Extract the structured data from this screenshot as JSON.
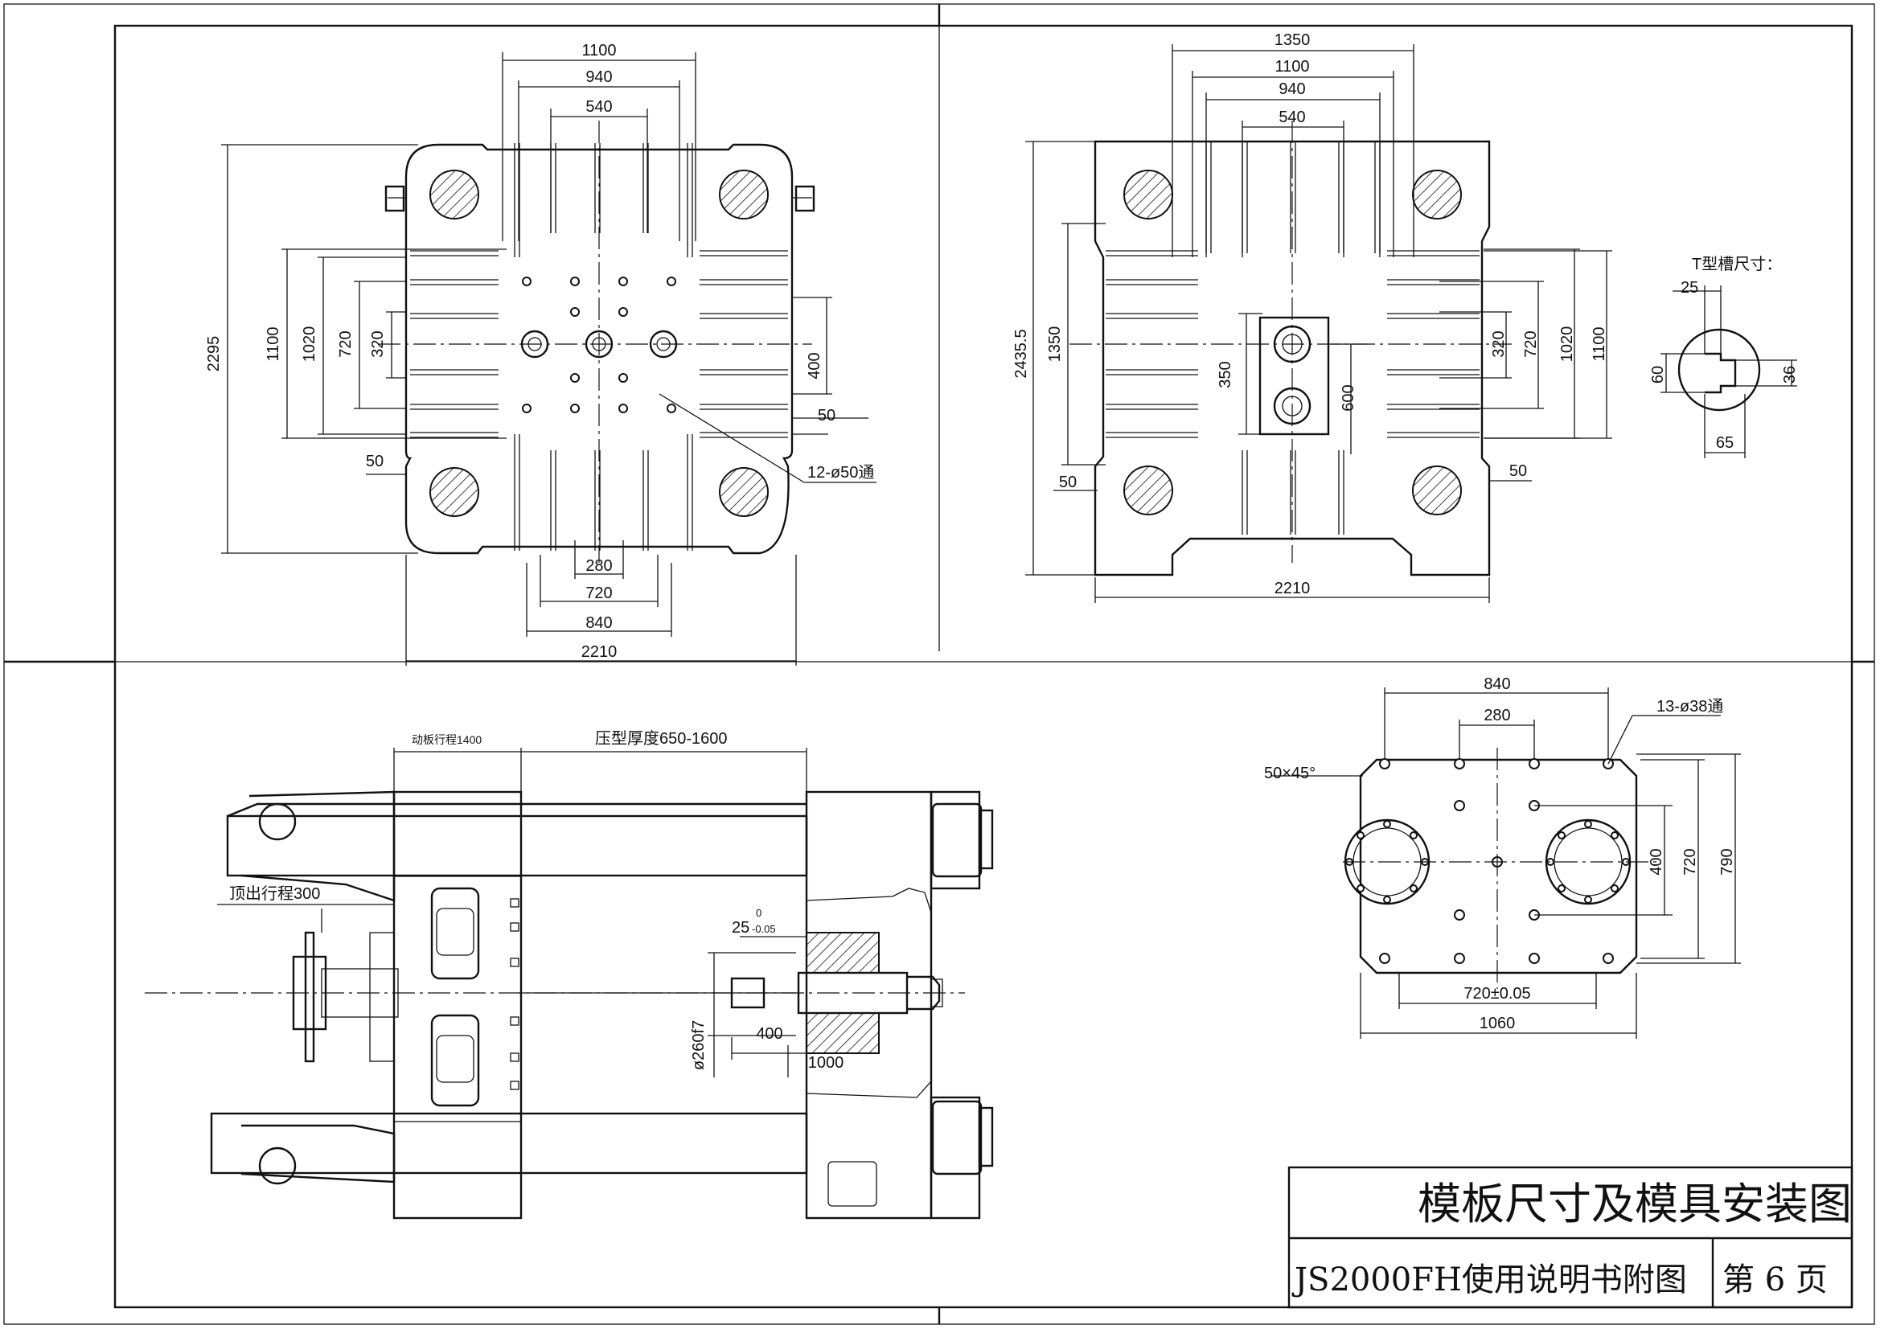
{
  "title_block": {
    "title": "模板尺寸及模具安装图",
    "drawing_ref": "JS2000FH使用说明书附图",
    "page": "第 6 页"
  },
  "view_front_plate": {
    "dims_top": [
      "1100",
      "940",
      "540"
    ],
    "dims_left": [
      "2295",
      "1100",
      "1020",
      "720",
      "320"
    ],
    "dims_right": [
      "400",
      "50"
    ],
    "hole_note": "12-ø50通",
    "dim_left_50": "50",
    "dims_bottom": [
      "280",
      "720",
      "840",
      "2210"
    ]
  },
  "view_moving_plate": {
    "dims_top": [
      "1350",
      "1100",
      "940",
      "540"
    ],
    "dims_left": [
      "2435.5",
      "1350"
    ],
    "dims_inner": [
      "350",
      "600"
    ],
    "dims_right": [
      "320",
      "720",
      "1020",
      "1100"
    ],
    "dim_left_50": "50",
    "dim_right_50": "50",
    "dim_bottom": "2210"
  },
  "t_slot": {
    "title": "T型槽尺寸：",
    "dims": [
      "25",
      "60",
      "36",
      "65"
    ]
  },
  "side_view": {
    "stroke_label": "动板行程1400",
    "mold_thickness": "压型厚度650-1600",
    "ejector_stroke": "顶出行程300",
    "tol_25": "25",
    "tol_25_upper": "0",
    "tol_25_lower": "-0.05",
    "dim_400": "400",
    "dim_1000": "1000",
    "dia_260": "ø260f7"
  },
  "platen_plate": {
    "dims_top": [
      "840",
      "280"
    ],
    "hole_note": "13-ø38通",
    "chamfer": "50×45°",
    "dims_right": [
      "400",
      "720",
      "790"
    ],
    "dims_bottom": [
      "720±0.05",
      "1060"
    ]
  }
}
